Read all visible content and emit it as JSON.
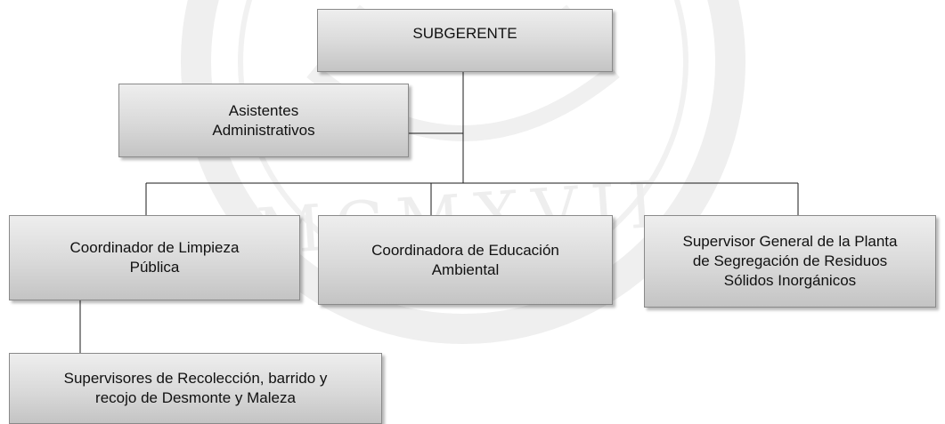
{
  "org_chart": {
    "nodes": {
      "subgerente": {
        "label": "SUBGERENTE"
      },
      "asistentes": {
        "label": "Asistentes\nAdministrativos"
      },
      "coordinador_limpieza": {
        "label": "Coordinador de Limpieza\nPública"
      },
      "coordinadora_educacion": {
        "label": "Coordinadora de Educación\nAmbiental"
      },
      "supervisor_planta": {
        "label": "Supervisor General de la Planta\nde Segregación de Residuos\nSólidos Inorgánicos"
      },
      "supervisores_recoleccion": {
        "label": "Supervisores de Recolección, barrido y\nrecojo de Desmonte y Maleza"
      }
    },
    "edges": [
      {
        "from": "subgerente",
        "to": "asistentes"
      },
      {
        "from": "subgerente",
        "to": "coordinador_limpieza"
      },
      {
        "from": "subgerente",
        "to": "coordinadora_educacion"
      },
      {
        "from": "subgerente",
        "to": "supervisor_planta"
      },
      {
        "from": "coordinador_limpieza",
        "to": "supervisores_recoleccion"
      }
    ],
    "colors": {
      "box_border": "#8a8a8a",
      "box_fill_top": "#eeeeee",
      "box_fill_bottom": "#c4c4c4",
      "connector": "#1a1a1a",
      "text": "#111111",
      "watermark": "#ededed"
    }
  }
}
